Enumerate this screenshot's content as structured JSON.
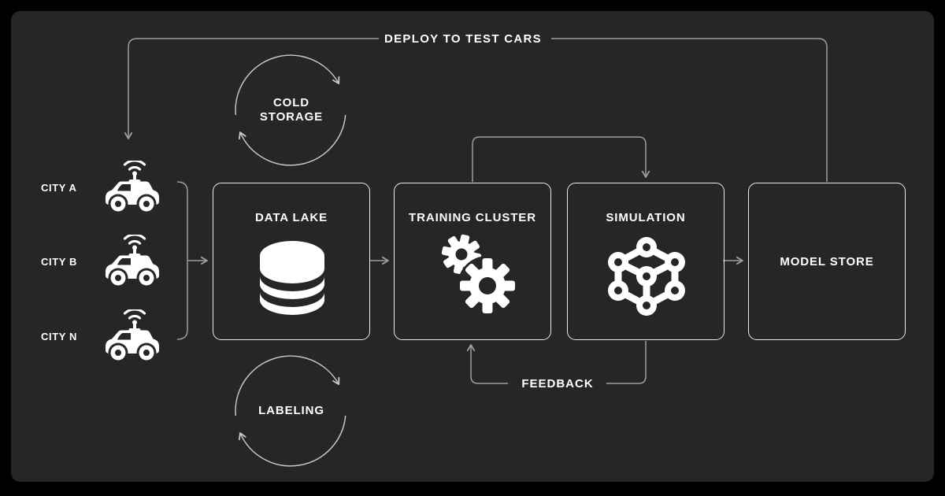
{
  "colors": {
    "background": "#000000",
    "panel": "#262626",
    "line": "#9e9e9e",
    "cycle_arc": "#c9c9c9",
    "box_border": "#e9e9e9",
    "text": "#ffffff",
    "icon": "#ffffff"
  },
  "flow": {
    "deploy_label": "DEPLOY TO TEST CARS",
    "feedback_label": "FEEDBACK"
  },
  "sources": {
    "items": [
      {
        "label": "CITY A",
        "icon": "autonomous-car"
      },
      {
        "label": "CITY B",
        "icon": "autonomous-car"
      },
      {
        "label": "CITY N",
        "icon": "autonomous-car"
      }
    ]
  },
  "stages": {
    "items": [
      {
        "label": "DATA LAKE",
        "icon": "database"
      },
      {
        "label": "TRAINING CLUSTER",
        "icon": "gears"
      },
      {
        "label": "SIMULATION",
        "icon": "cube-network"
      },
      {
        "label": "MODEL STORE",
        "icon": "none"
      }
    ]
  },
  "cycles": {
    "items": [
      {
        "label": "COLD STORAGE",
        "lines": [
          "COLD",
          "STORAGE"
        ]
      },
      {
        "label": "LABELING",
        "lines": [
          "LABELING"
        ]
      }
    ]
  }
}
